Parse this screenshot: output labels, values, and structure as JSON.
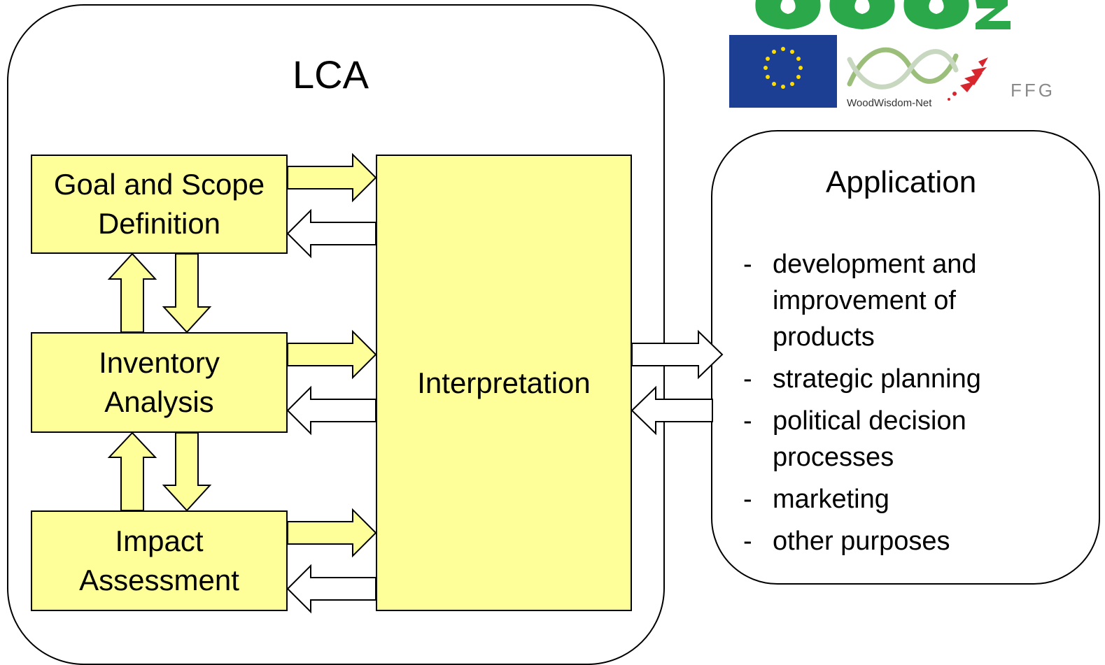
{
  "lca": {
    "title": "LCA"
  },
  "boxes": {
    "goal": {
      "line1": "Goal and Scope",
      "line2": "Definition"
    },
    "inventory": {
      "line1": "Inventory",
      "line2": "Analysis"
    },
    "impact": {
      "line1": "Impact",
      "line2": "Assessment"
    },
    "interpretation": {
      "label": "Interpretation"
    }
  },
  "application": {
    "title": "Application",
    "items": [
      {
        "dash": "-",
        "lines": [
          "development and",
          "improvement of",
          "products"
        ]
      },
      {
        "dash": "-",
        "lines": [
          "strategic planning"
        ]
      },
      {
        "dash": "-",
        "lines": [
          "political decision",
          "processes"
        ]
      },
      {
        "dash": "-",
        "lines": [
          "marketing"
        ]
      },
      {
        "dash": "-",
        "lines": [
          "other purposes"
        ]
      }
    ]
  },
  "logos": {
    "woodwisdom": "WoodWisdom-Net",
    "ffg": "FFG"
  },
  "colors": {
    "box_fill": "#ffff99",
    "eu_blue": "#1c3f94",
    "eu_star": "#ffdd00",
    "brand_green": "#2aa84a",
    "ffg_red": "#d8262f"
  }
}
